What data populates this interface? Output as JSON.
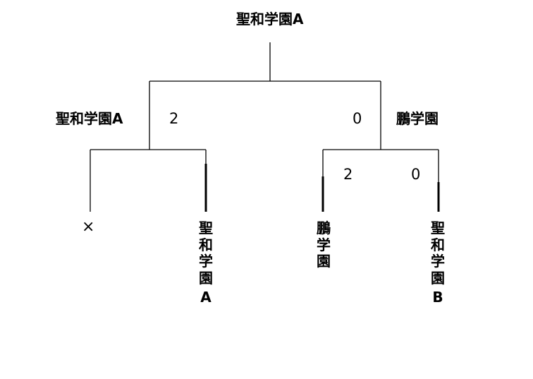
{
  "champion": "聖和学園A",
  "final": {
    "left": {
      "team": "聖和学園A",
      "score": "2"
    },
    "right": {
      "team": "鵬学園",
      "score": "0"
    }
  },
  "semifinal_right": {
    "left_score": "2",
    "right_score": "0"
  },
  "entries": {
    "e1": "×",
    "e2": [
      "聖",
      "和",
      "学",
      "園",
      "A"
    ],
    "e3": [
      "鵬",
      "学",
      "園"
    ],
    "e4": [
      "聖",
      "和",
      "学",
      "園",
      "B"
    ]
  }
}
